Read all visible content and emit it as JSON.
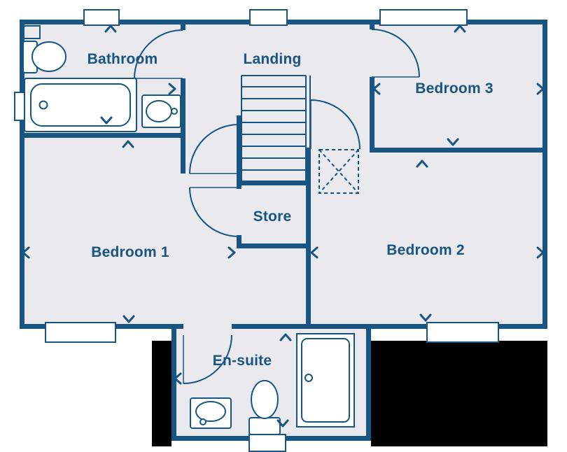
{
  "plan": {
    "rooms": [
      {
        "id": "bathroom",
        "label": "Bathroom"
      },
      {
        "id": "landing",
        "label": "Landing"
      },
      {
        "id": "bedroom-3",
        "label": "Bedroom 3"
      },
      {
        "id": "bedroom-1",
        "label": "Bedroom 1"
      },
      {
        "id": "store",
        "label": "Store"
      },
      {
        "id": "bedroom-2",
        "label": "Bedroom 2"
      },
      {
        "id": "en-suite",
        "label": "En-suite"
      }
    ],
    "colors": {
      "wall": "#185582",
      "floor": "#e9e9ee",
      "background": "#ffffff",
      "void": "#000000",
      "fixture": "#ffffff"
    },
    "icons": {
      "chevron-up": "∧",
      "chevron-down": "∨",
      "chevron-left": "‹",
      "chevron-right": "›",
      "stairwell-cross": "✕"
    }
  }
}
